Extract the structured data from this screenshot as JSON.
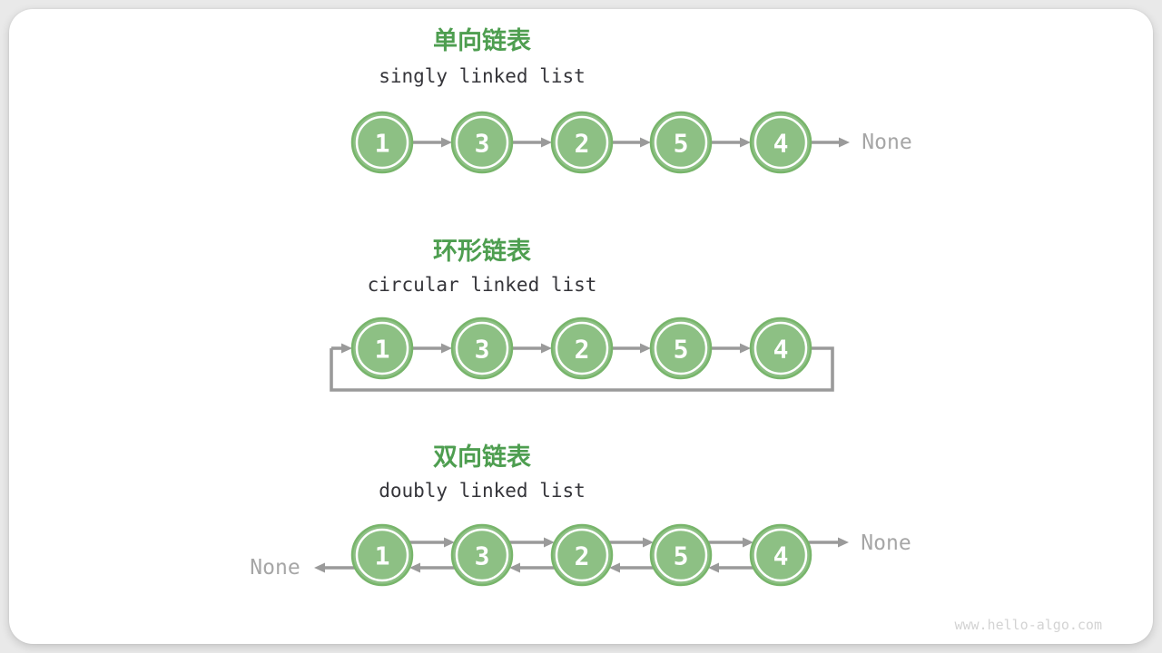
{
  "watermark": "www.hello-algo.com",
  "colors": {
    "title": "#4e9e50",
    "subtitle": "#35353a",
    "node_fill": "#8dc084",
    "node_stroke": "#78b56b",
    "node_ring": "#ffffff",
    "node_text": "#ffffff",
    "arrow": "#9a9a9a",
    "none_label": "#a6a6a6",
    "watermark": "#d3d3d3"
  },
  "sections": [
    {
      "id": "singly",
      "type": "singly",
      "title": "单向链表",
      "subtitle": "singly linked list",
      "nodes": [
        "1",
        "3",
        "2",
        "5",
        "4"
      ],
      "tail_label": "None"
    },
    {
      "id": "circular",
      "type": "circular",
      "title": "环形链表",
      "subtitle": "circular linked list",
      "nodes": [
        "1",
        "3",
        "2",
        "5",
        "4"
      ]
    },
    {
      "id": "doubly",
      "type": "doubly",
      "title": "双向链表",
      "subtitle": "doubly linked list",
      "nodes": [
        "1",
        "3",
        "2",
        "5",
        "4"
      ],
      "head_label": "None",
      "tail_label": "None"
    }
  ]
}
